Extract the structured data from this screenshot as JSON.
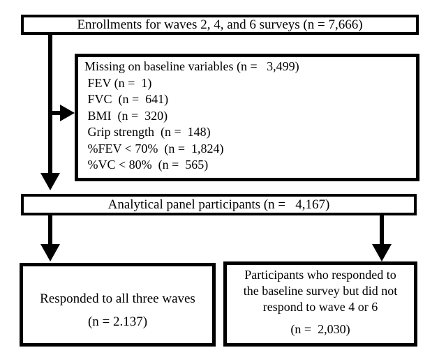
{
  "colors": {
    "ink": "#000000",
    "background": "#ffffff"
  },
  "top_box": {
    "text": "Enrollments for waves 2, 4, and 6 surveys (n = 7,666)"
  },
  "missing_box": {
    "lines": [
      "Missing on baseline variables (n =   3,499)",
      " FEV (n =  1)",
      " FVC  (n =  641)",
      " BMI  (n =  320)",
      " Grip strength  (n =  148)",
      " %FEV < 70%  (n =  1,824)",
      " %VC < 80%  (n =  565)"
    ]
  },
  "analytical_box": {
    "text": "Analytical panel participants (n =   4,167)"
  },
  "bottom_left_box": {
    "line1": "Responded to all three waves",
    "n_text": "(n = 2.137)"
  },
  "bottom_right_box": {
    "lines": [
      "Participants who responded to",
      "the baseline survey but did not",
      "respond to wave 4 or 6"
    ],
    "n_text": "(n =  2,030)"
  }
}
